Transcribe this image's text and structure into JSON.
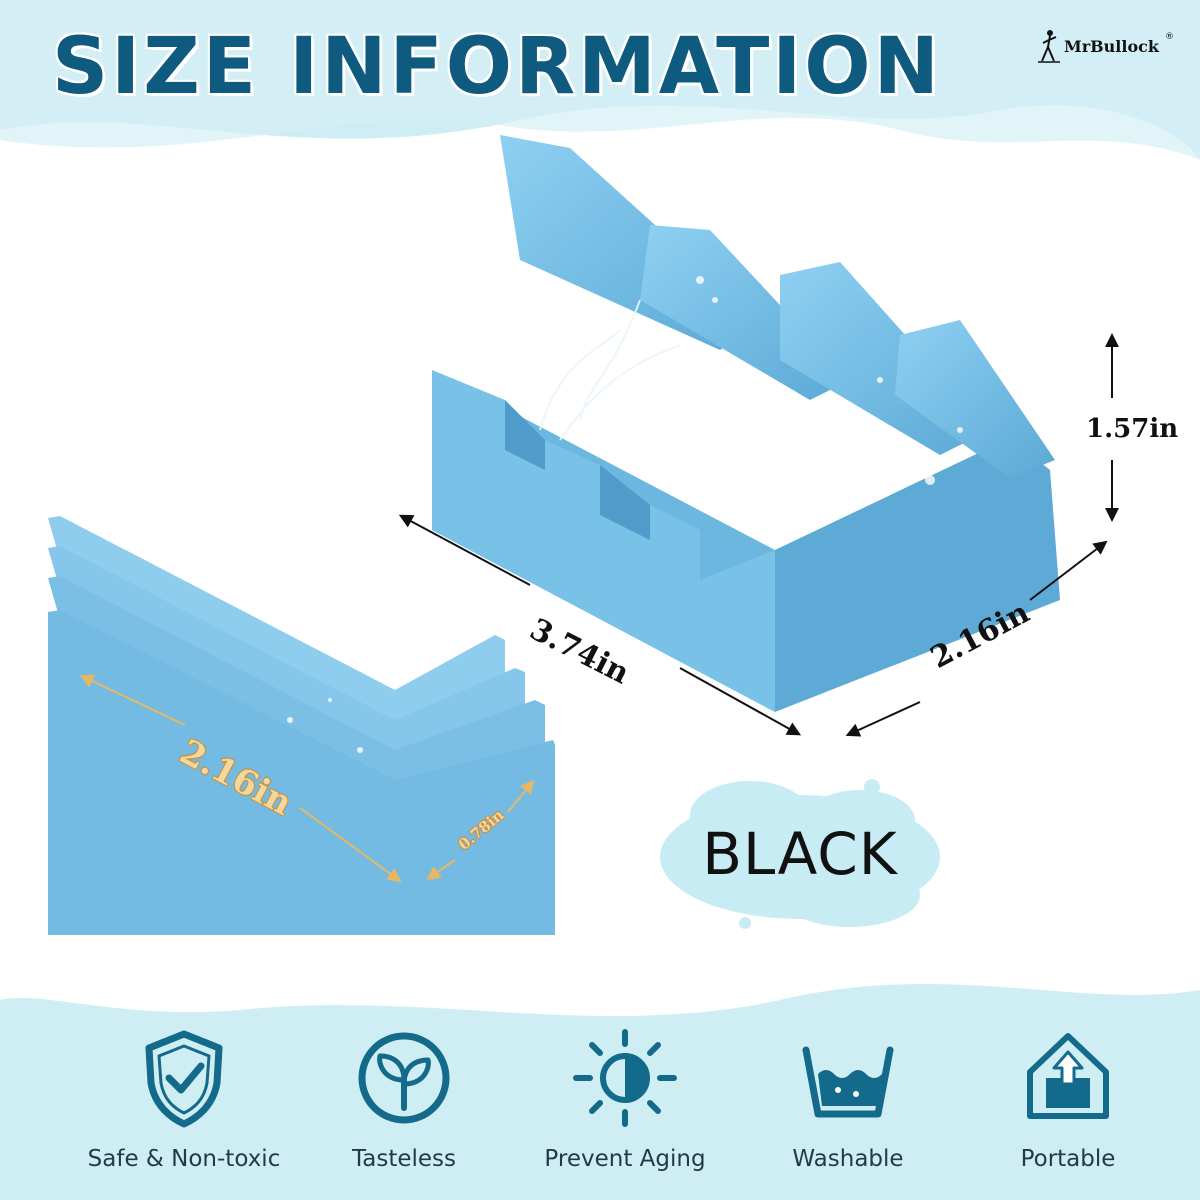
{
  "title": "SIZE INFORMATION",
  "brand": {
    "name": "MrBullock",
    "reg": "®"
  },
  "dimensions": {
    "length": "3.74in",
    "width": "2.16in",
    "height": "1.57in",
    "side_length": "2.16in",
    "slot_height": "0.78in"
  },
  "color_badge": "BLACK",
  "features": [
    {
      "label": "Safe & Non-toxic",
      "icon": "shield-check-icon"
    },
    {
      "label": "Tasteless",
      "icon": "leaf-sprout-icon"
    },
    {
      "label": "Prevent Aging",
      "icon": "sun-icon"
    },
    {
      "label": "Washable",
      "icon": "washing-basin-icon"
    },
    {
      "label": "Portable",
      "icon": "upload-bag-icon"
    }
  ],
  "colors": {
    "title": "#0f5b80",
    "product": "#7cc1e6",
    "icon": "#136a8a",
    "background": "#cfeef3"
  }
}
